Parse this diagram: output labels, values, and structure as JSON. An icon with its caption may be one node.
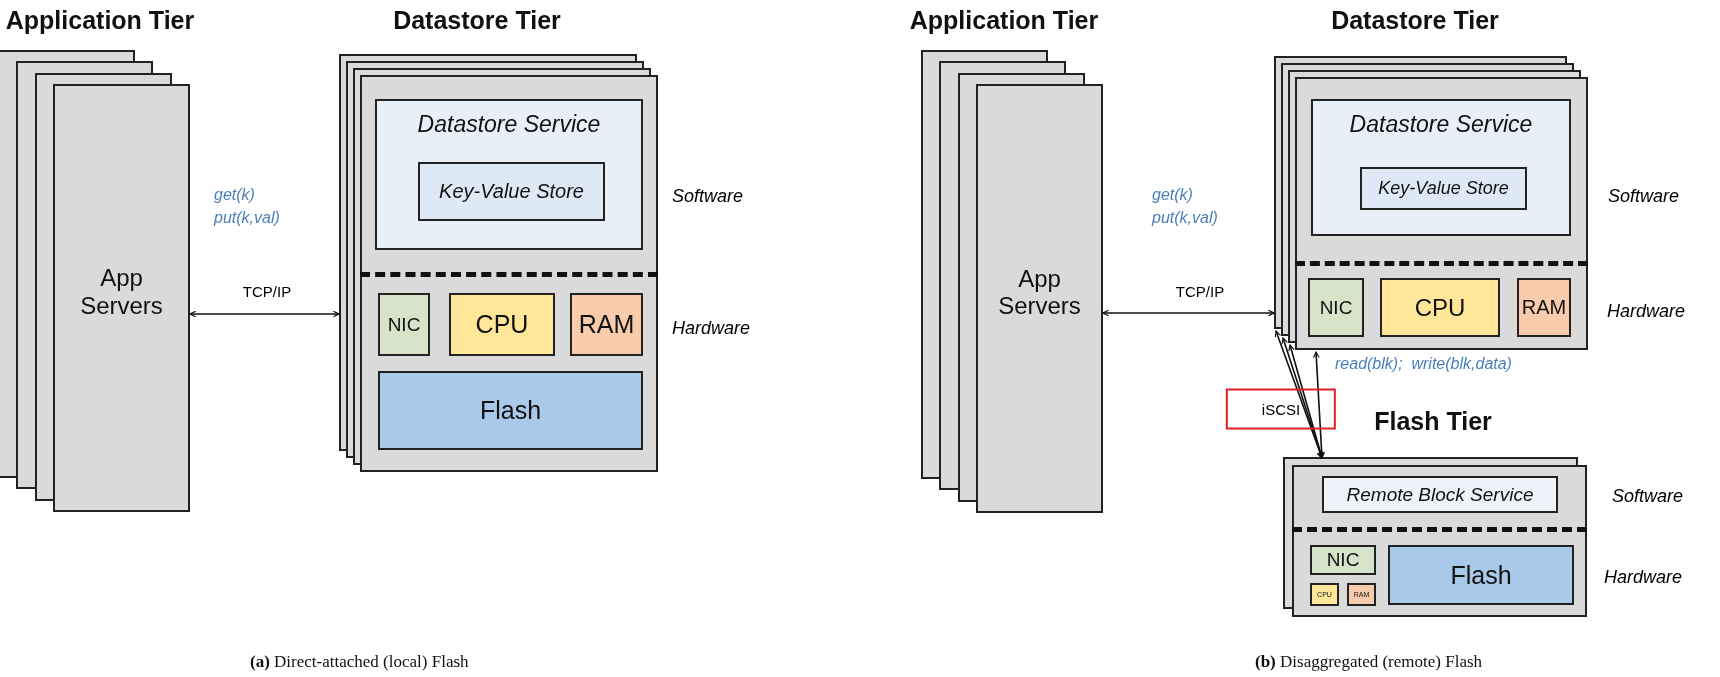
{
  "diagram": {
    "nodes": [
      {
        "text": [
          "Application Tier",
          "App Servers"
        ]
      },
      {
        "text": [
          "Datastore Tier"
        ],
        "beside": [
          "Software",
          "Hardware"
        ]
      },
      {
        "text": [
          "Datastore Service"
        ],
        "in": 1
      },
      {
        "text": [
          "Key-Value Store"
        ],
        "in": 2
      },
      {
        "text": [
          "NIC"
        ],
        "in": 1
      },
      {
        "text": [
          "CPU"
        ],
        "in": 1
      },
      {
        "text": [
          "RAM"
        ],
        "in": 1
      },
      {
        "text": [
          "Flash"
        ],
        "in": 1
      },
      {
        "text": [
          "Application Tier",
          "App Servers"
        ]
      },
      {
        "text": [
          "Datastore Tier"
        ],
        "beside": [
          "Software",
          "Hardware"
        ]
      },
      {
        "text": [
          "Datastore Service"
        ],
        "in": 9
      },
      {
        "text": [
          "Key-Value Store"
        ],
        "in": 10
      },
      {
        "text": [
          "NIC"
        ],
        "in": 9
      },
      {
        "text": [
          "CPU"
        ],
        "in": 9
      },
      {
        "text": [
          "RAM"
        ],
        "in": 9
      },
      {
        "text": [
          "Flash Tier"
        ],
        "beside": [
          "Software",
          "Hardware"
        ]
      },
      {
        "text": [
          "Remote Block Service"
        ],
        "in": 15
      },
      {
        "text": [
          "NIC"
        ],
        "in": 15
      },
      {
        "text": [
          "CPU"
        ],
        "in": 15
      },
      {
        "text": [
          "RAM"
        ],
        "in": 15
      },
      {
        "text": [
          "Flash"
        ],
        "in": 15
      }
    ],
    "edges": [
      {
        "from": 0,
        "to": 1,
        "arrow": "both",
        "label": "TCP/IP"
      },
      {
        "from": 8,
        "to": 9,
        "arrow": "both",
        "label": "TCP/IP"
      },
      {
        "from": 9,
        "to": 15,
        "arrow": "both",
        "label": "iSCSI"
      },
      {
        "from": 9,
        "to": 15,
        "arrow": "both"
      },
      {
        "from": 9,
        "to": 15,
        "arrow": "both"
      },
      {
        "from": 9,
        "to": 15,
        "arrow": "both"
      }
    ],
    "labels": [
      "get(k)",
      "put(k,val)",
      "get(k)",
      "put(k,val)",
      "read(blk);  write(blk,data)",
      "**(a)** Direct-attached (local) Flash",
      "**(b)** Disaggregated (remote) Flash"
    ]
  }
}
